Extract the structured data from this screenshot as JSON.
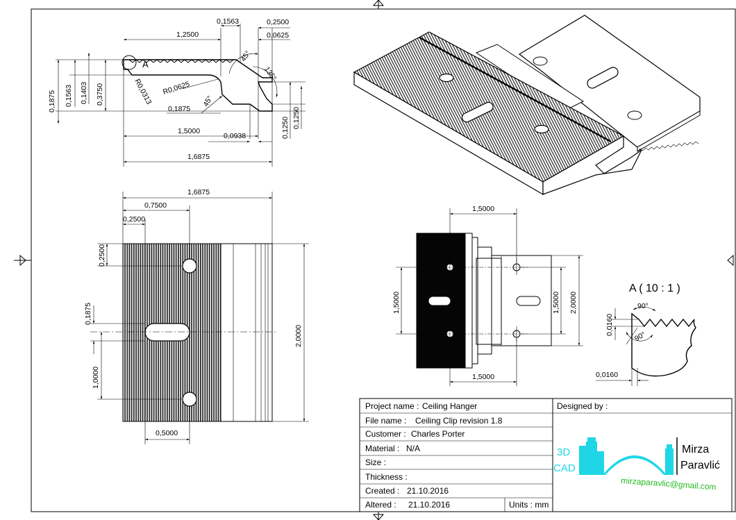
{
  "drawing": {
    "side_view": {
      "detail_label": "A",
      "dims": {
        "d_0_1563_top": "0,1563",
        "d_0_2500_top": "0,2500",
        "d_0_0625_top": "0,0625",
        "d_1_2500": "1,2500",
        "d_45_a": "45°",
        "d_135": "135°",
        "d_r0_0625": "R0,0625",
        "d_r0_0313": "R0,0313",
        "d_45_b": "45°",
        "d_0_1875_h": "0,1875",
        "d_1_5000": "1,5000",
        "d_0_0938": "0,0938",
        "d_1_6875": "1,6875",
        "d_0_1875_v": "0,1875",
        "d_0_1563_v": "0,1563",
        "d_0_1403_v": "0,1403",
        "d_0_3750_v": "0,3750",
        "d_0_1250_a": "0,1250",
        "d_0_1250_b": "0,1250"
      }
    },
    "top_view": {
      "dims": {
        "d_1_6875": "1,6875",
        "d_0_7500": "0,7500",
        "d_0_2500_h": "0,2500",
        "d_0_2500_v": "0,2500",
        "d_0_1875": "0,1875",
        "d_1_0000": "1,0000",
        "d_0_5000": "0,5000",
        "d_2_0000": "2,0000"
      }
    },
    "bottom_view": {
      "dims": {
        "d_1_5000_top": "1,5000",
        "d_1_5000_left": "1,5000",
        "d_1_5000_right": "1,5000",
        "d_2_0000": "2,0000",
        "d_1_5000_bottom": "1,5000"
      }
    },
    "detail_view": {
      "title": "A ( 10 : 1 )",
      "dims": {
        "d_90_top": "90°",
        "d_90_bottom": "90°",
        "d_0_0160_v": "0,0160",
        "d_0_0160_h": "0,0160"
      }
    }
  },
  "title_block": {
    "project_name_label": "Project name :",
    "project_name": "Ceiling Hanger",
    "file_name_label": "File name :",
    "file_name": "Ceiling Clip revision 1.8",
    "customer_label": "Customer :",
    "customer": "Charles Porter",
    "material_label": "Material :",
    "material": "N/A",
    "size_label": "Size :",
    "thickness_label": "Thickness :",
    "created_label": "Created :",
    "created": "21.10.2016",
    "altered_label": "Altered :",
    "altered": "21.10.2016",
    "units_label": "Units : mm",
    "designed_by_label": "Designed by :",
    "logo_3d": "3D",
    "logo_cad": "CAD",
    "designer_first": "Mirza",
    "designer_last": "Paravlić",
    "email": "mirzaparavlic@gmail.com"
  },
  "colors": {
    "logo": "#1ed6e6",
    "email": "#22bb22",
    "line": "#000000"
  }
}
